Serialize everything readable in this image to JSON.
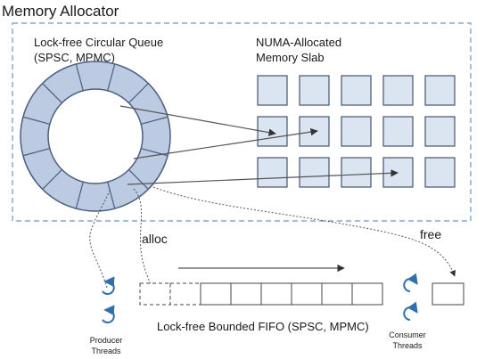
{
  "title": "Memory Allocator",
  "queue": {
    "line1": "Lock-free Circular Queue",
    "line2": "(SPSC, MPMC)"
  },
  "slab": {
    "line1": "NUMA-Allocated",
    "line2": "Memory Slab"
  },
  "labels": {
    "alloc": "alloc",
    "free": "free",
    "fifo": "Lock-free Bounded FIFO (SPSC, MPMC)",
    "producer_line1": "Producer",
    "producer_line2": "Threads",
    "consumer_line1": "Consumer",
    "consumer_line2": "Threads"
  },
  "colors": {
    "ring_fill": "#bccbe2",
    "ring_stroke": "#4a5f80",
    "slab_fill": "#dbe4f1",
    "slab_stroke": "#44556e",
    "thread_icon": "#2f6fb0",
    "dashed_border": "#6f94c8"
  },
  "icons": {
    "producer": "circular-arrow-icon",
    "consumer": "circular-arrow-icon"
  }
}
